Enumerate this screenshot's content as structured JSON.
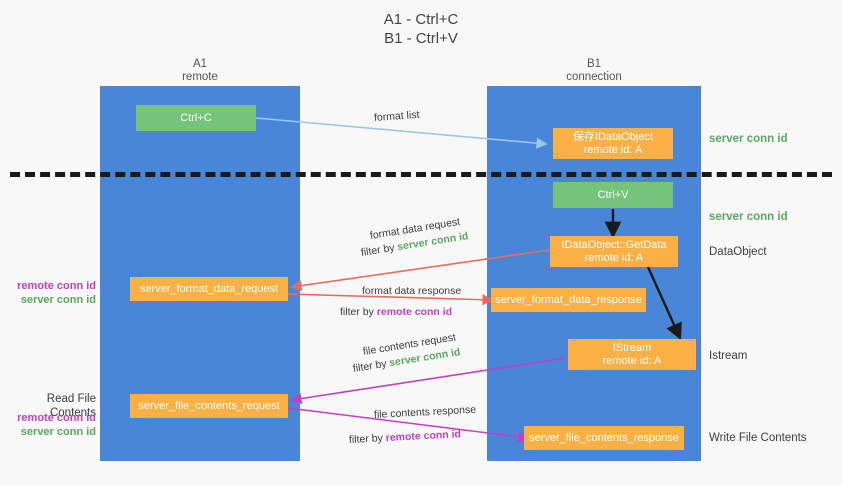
{
  "title": "A1 - Ctrl+C\nB1 - Ctrl+V",
  "columns": {
    "left": "A1\nremote",
    "right": "B1\nconnection"
  },
  "nodes": {
    "ctrl_c": "Ctrl+C",
    "ctrl_v": "Ctrl+V",
    "save_dataobject": "保存IDataObject\nremote id: A",
    "get_data": "IDataObject::GetData\nremote id: A",
    "istream": "IStream\nremote id: A",
    "server_format_data_request": "server_format_data_request",
    "server_format_data_response": "server_format_data_response",
    "server_file_contents_request": "server_file_contents_request",
    "server_file_contents_response": "server_file_contents_response"
  },
  "side_labels": {
    "server_conn_id_top": "server conn id",
    "server_conn_id_second": "server conn id",
    "dataobject": "DataObject",
    "istream": "Istream",
    "write_file_contents": "Write File Contents"
  },
  "left_labels": {
    "read_file_contents": "Read File Contents",
    "remote_conn_id": "remote conn id",
    "server_conn_id": "server conn id"
  },
  "edges": {
    "format_list": "format list",
    "format_data_request": "format data request",
    "format_data_request_filter_prefix": "filter by ",
    "format_data_request_filter_key": "server conn id",
    "format_data_response": "format data response",
    "format_data_response_filter_prefix": "filter by ",
    "format_data_response_filter_key": "remote conn id",
    "file_contents_request": "file contents request",
    "file_contents_request_filter_prefix": "filter by ",
    "file_contents_request_filter_key": "server conn id",
    "file_contents_response": "file contents response",
    "file_contents_response_filter_prefix": "filter by ",
    "file_contents_response_filter_key": "remote conn id"
  },
  "colors": {
    "lane": "#4a86d8",
    "green_node": "#76c47c",
    "orange_node": "#fbb046",
    "server_conn_id": "#5aa75f",
    "remote_conn_id": "#c23fc2",
    "light_blue_arrow": "#9cc7e8",
    "red_arrow": "#ea6a5e",
    "magenta_arrow": "#c23fc2",
    "black_arrow": "#1a1a1a"
  }
}
